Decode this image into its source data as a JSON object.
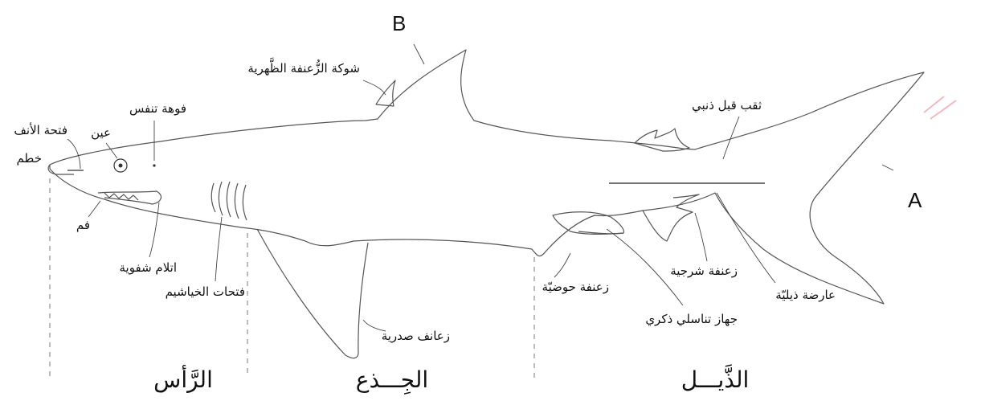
{
  "labels": {
    "B": "B",
    "A": "A",
    "dorsal_spine": "شوكة الزُّعنفة الظَّهرية",
    "spiracle": "فوهة تنفس",
    "eye": "عين",
    "nostril": "فتحة الأنف",
    "snout": "خطم",
    "mouth": "فم",
    "labial_furrows": "اتلام شفوية",
    "gill_slits": "فتحات الخياشيم",
    "pectoral_fins": "زعانف صدرية",
    "pelvic_fin": "زعنفة حوضيّة",
    "clasper": "جهاز تناسلي ذكري",
    "anal_fin": "زعنفة شرجية",
    "caudal_keel": "عارضة ذيليّة",
    "precaudal_pit": "ثقب قبل ذنبي"
  },
  "regions": {
    "head": "الرَّأس",
    "trunk": "الجِـــذع",
    "tail": "الذَّيـــل"
  },
  "colors": {
    "outline": "#555555",
    "text": "#111111",
    "watermark": "#e88a95"
  }
}
